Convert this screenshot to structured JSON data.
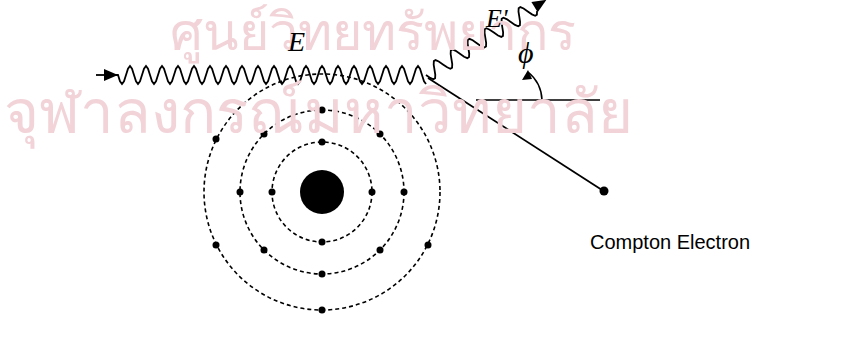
{
  "diagram": {
    "labels": [
      "ศูนย์วิทยทรัพยากร",
      "จุฬาลงกรณ์มหาวิทยาลัย",
      "E",
      "E'",
      "ϕ",
      "Compton Electron"
    ]
  }
}
